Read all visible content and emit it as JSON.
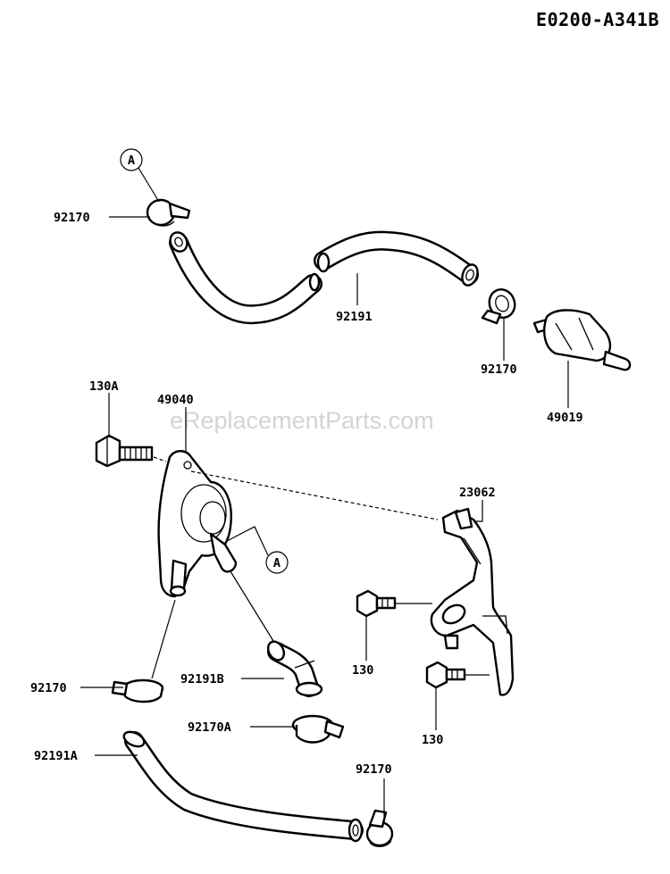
{
  "diagram_code": "E0200-A341B",
  "watermark": "eReplacementParts.com",
  "callout_letter": "A",
  "labels": {
    "clamp_top": "92170",
    "hose_top": "92191",
    "clamp_mid": "92170",
    "filter": "49019",
    "bolt_130a": "130A",
    "pump": "49040",
    "bracket": "23062",
    "bolt_130_upper": "130",
    "bolt_130_lower": "130",
    "clamp_left": "92170",
    "hose_b": "92191B",
    "clamp_a": "92170A",
    "hose_a": "92191A",
    "clamp_bottom": "92170"
  }
}
